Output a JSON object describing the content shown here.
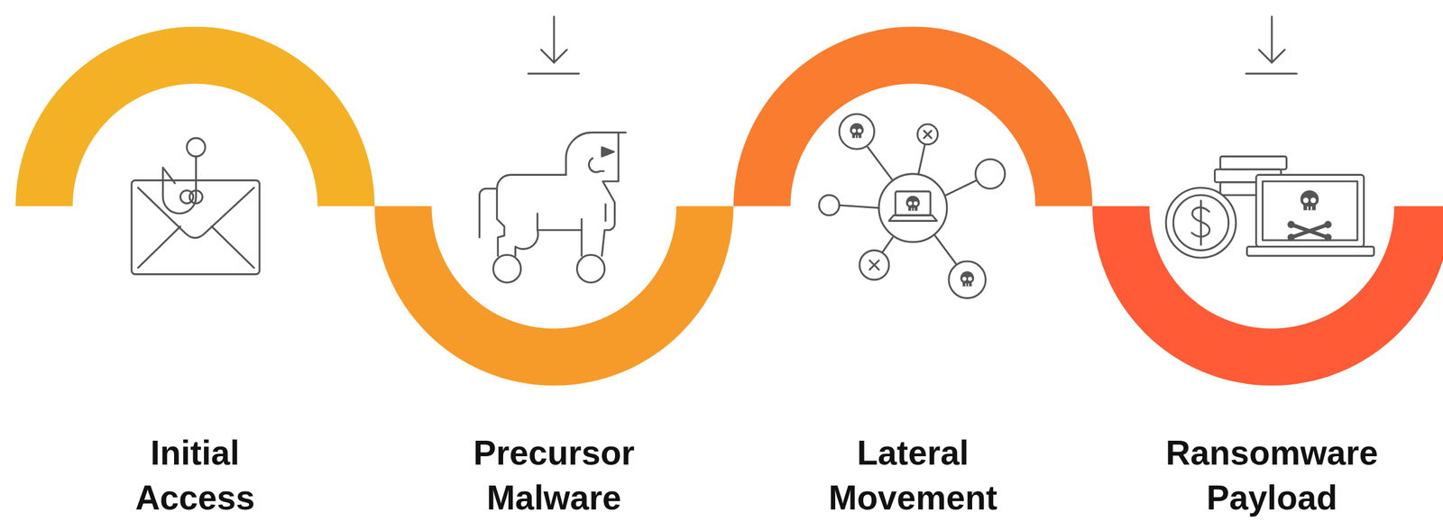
{
  "diagram": {
    "labels": [
      "Initial Access",
      "Precursor Malware",
      "Lateral Movement",
      "Ransomware Payload"
    ]
  }
}
